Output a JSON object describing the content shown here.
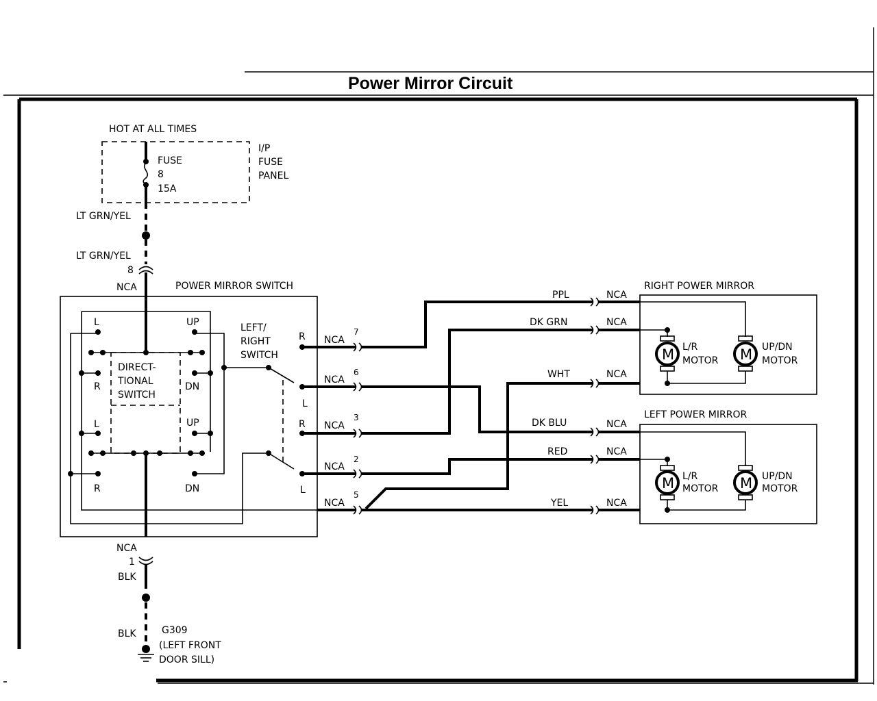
{
  "title": "Power Mirror Circuit",
  "fuse_panel": {
    "hot_label": "HOT AT ALL TIMES",
    "fuse_label": "FUSE",
    "fuse_number": "8",
    "fuse_rating": "15A",
    "panel_label_1": "I/P",
    "panel_label_2": "FUSE",
    "panel_label_3": "PANEL"
  },
  "feed_wire": {
    "color_top": "LT GRN/YEL",
    "color_bottom": "LT GRN/YEL",
    "pin": "8",
    "connector": "NCA"
  },
  "switch": {
    "title": "POWER MIRROR SWITCH",
    "directional_1": "DIRECT-",
    "directional_2": "TIONAL",
    "directional_3": "SWITCH",
    "lr_1": "LEFT/",
    "lr_2": "RIGHT",
    "lr_3": "SWITCH",
    "contacts": {
      "l_top": "L",
      "up_top": "UP",
      "r_mid": "R",
      "dn_mid": "DN",
      "l_low": "L",
      "up_low": "UP",
      "r_bot": "R",
      "dn_bot": "DN"
    },
    "pos": {
      "r1": "R",
      "l1": "L",
      "r2": "R",
      "l2": "L"
    }
  },
  "connectors": [
    {
      "conn": "NCA",
      "pin": "7"
    },
    {
      "conn": "NCA",
      "pin": "6"
    },
    {
      "conn": "NCA",
      "pin": "3"
    },
    {
      "conn": "NCA",
      "pin": "2"
    },
    {
      "conn": "NCA",
      "pin": "5"
    }
  ],
  "wires": [
    {
      "color": "PPL",
      "conn": "NCA"
    },
    {
      "color": "DK GRN",
      "conn": "NCA"
    },
    {
      "color": "WHT",
      "conn": "NCA"
    },
    {
      "color": "DK BLU",
      "conn": "NCA"
    },
    {
      "color": "RED",
      "conn": "NCA"
    },
    {
      "color": "YEL",
      "conn": "NCA"
    }
  ],
  "right_mirror": {
    "title": "RIGHT POWER MIRROR",
    "lr_1": "L/R",
    "lr_2": "MOTOR",
    "ud_1": "UP/DN",
    "ud_2": "MOTOR",
    "motor_symbol": "M"
  },
  "left_mirror": {
    "title": "LEFT POWER MIRROR",
    "lr_1": "L/R",
    "lr_2": "MOTOR",
    "ud_1": "UP/DN",
    "ud_2": "MOTOR",
    "motor_symbol": "M"
  },
  "ground": {
    "connector": "NCA",
    "pin": "1",
    "wire_top": "BLK",
    "wire_bottom": "BLK",
    "ground_id": "G309",
    "location_1": "(LEFT FRONT",
    "location_2": "DOOR SILL)"
  }
}
